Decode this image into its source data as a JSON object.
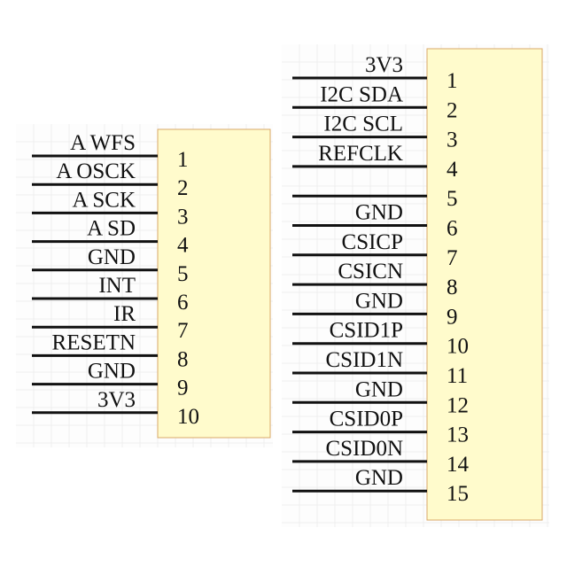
{
  "connectors": [
    {
      "name": "left-connector",
      "pins": [
        {
          "number": "1",
          "net": "A WFS"
        },
        {
          "number": "2",
          "net": "A OSCK"
        },
        {
          "number": "3",
          "net": "A SCK"
        },
        {
          "number": "4",
          "net": "A SD"
        },
        {
          "number": "5",
          "net": "GND"
        },
        {
          "number": "6",
          "net": "INT"
        },
        {
          "number": "7",
          "net": "IR"
        },
        {
          "number": "8",
          "net": "RESETN"
        },
        {
          "number": "9",
          "net": "GND"
        },
        {
          "number": "10",
          "net": "3V3"
        }
      ]
    },
    {
      "name": "right-connector",
      "pins": [
        {
          "number": "1",
          "net": "3V3"
        },
        {
          "number": "2",
          "net": "I2C SDA"
        },
        {
          "number": "3",
          "net": "I2C SCL"
        },
        {
          "number": "4",
          "net": "REFCLK"
        },
        {
          "number": "5",
          "net": ""
        },
        {
          "number": "6",
          "net": "GND"
        },
        {
          "number": "7",
          "net": "CSICP"
        },
        {
          "number": "8",
          "net": "CSICN"
        },
        {
          "number": "9",
          "net": "GND"
        },
        {
          "number": "10",
          "net": "CSID1P"
        },
        {
          "number": "11",
          "net": "CSID1N"
        },
        {
          "number": "12",
          "net": "GND"
        },
        {
          "number": "13",
          "net": "CSID0P"
        },
        {
          "number": "14",
          "net": "CSID0N"
        },
        {
          "number": "15",
          "net": "GND"
        }
      ]
    }
  ],
  "colors": {
    "background": "#ffffff",
    "sheet": "#fdfdfd",
    "grid": "#eeeeee",
    "connector_fill": "#fffbcc",
    "connector_border": "#d9a868",
    "wire": "#111111",
    "text": "#111111"
  }
}
